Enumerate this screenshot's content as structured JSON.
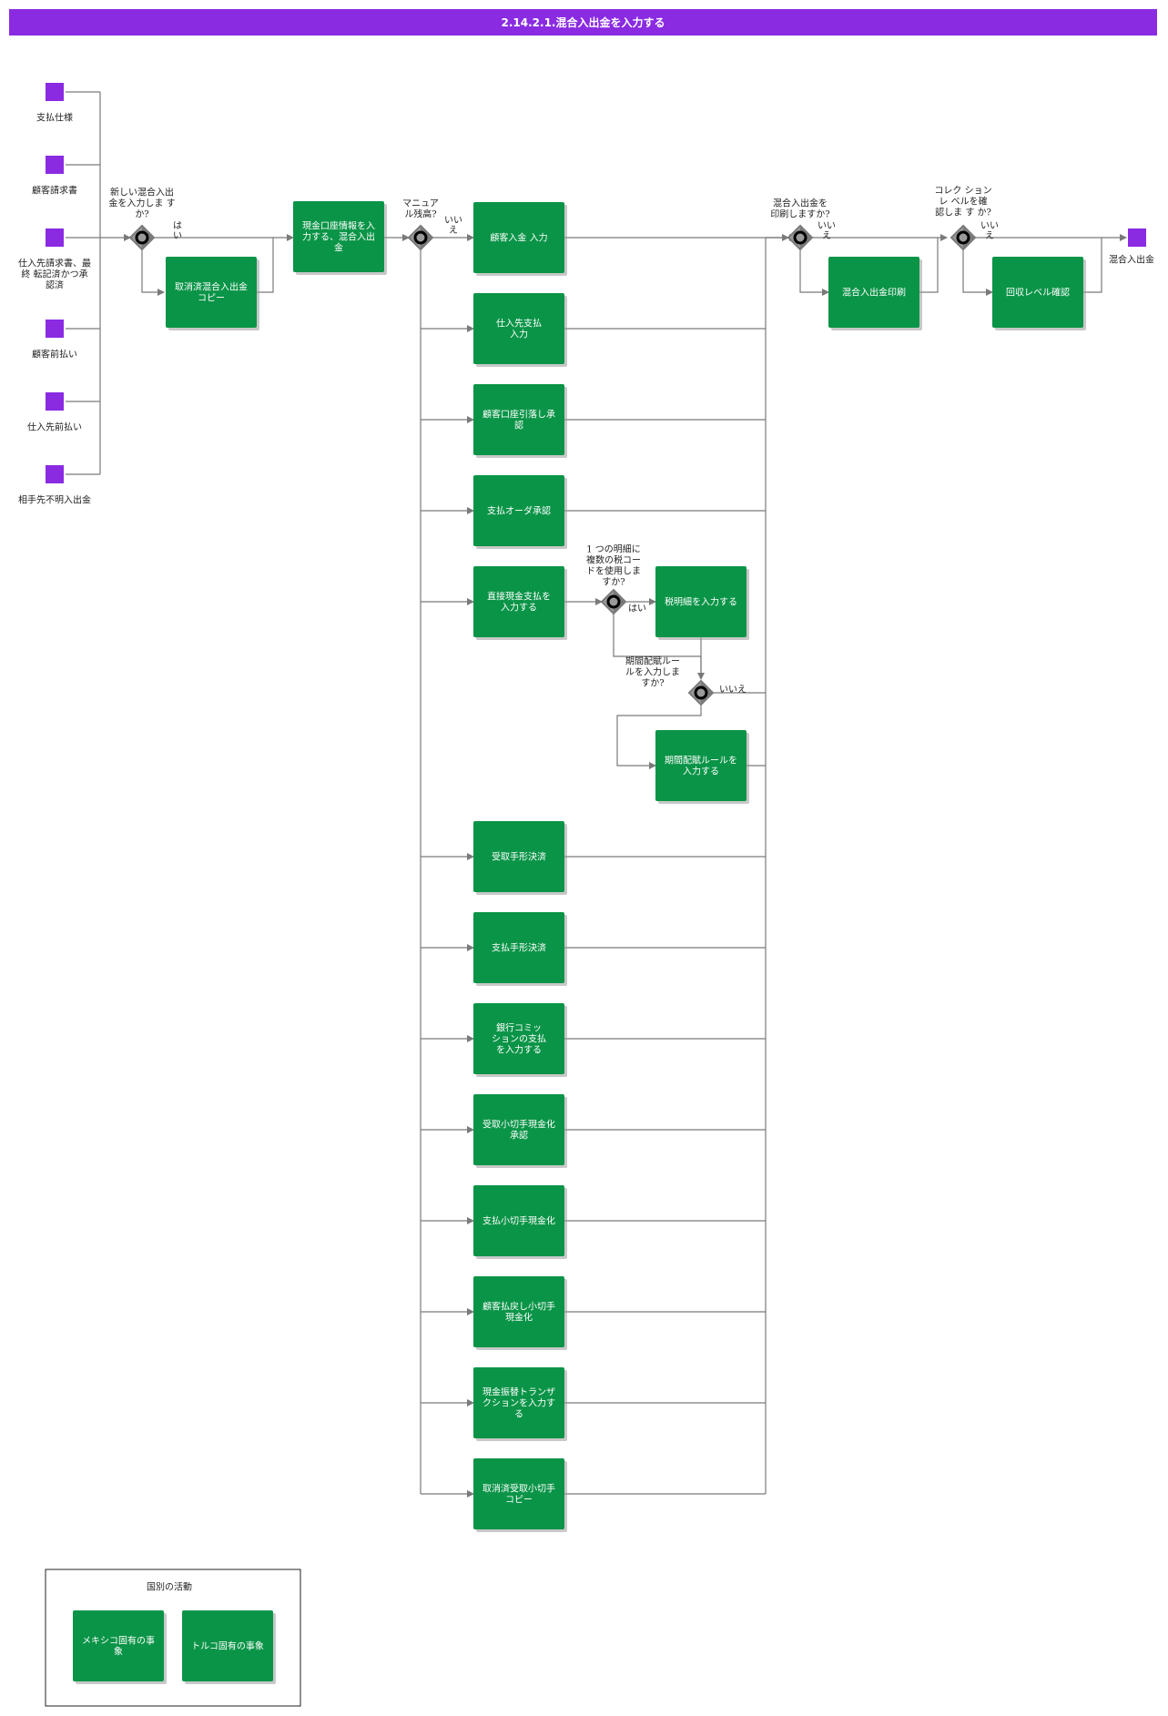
{
  "title": "2.14.2.1.混合入出金を入力する",
  "colors": {
    "title_bar": "#8a2be2",
    "task": "#0a9447",
    "event": "#8a2be2",
    "gateway": "#7a7a7a"
  },
  "start_events": [
    [
      "支払仕様"
    ],
    [
      "顧客請求書"
    ],
    [
      "仕入先請求書、最",
      "終 転記済かつ承",
      "認済"
    ],
    [
      "顧客前払い"
    ],
    [
      "仕入先前払い"
    ],
    [
      "相手先不明入出金"
    ]
  ],
  "end_event": [
    "混合入出金"
  ],
  "gateways": {
    "g1": [
      "新しい混合入出",
      "金を入力しま す",
      "か?"
    ],
    "g2": [
      "マニュア",
      "ル残高?"
    ],
    "g3": [
      "混合入出金を",
      "印刷しますか?"
    ],
    "g4": [
      "コレク ション",
      "レ ベルを確",
      "認しま す か?"
    ],
    "g5": [
      "1 つの明細に",
      "複数の税コー",
      "ドを使用しま",
      "すか?"
    ],
    "g6": [
      "期間配賦ルー",
      "ルを入力しま",
      "すか?"
    ]
  },
  "gateway_answers": {
    "g1_yes": [
      "は",
      "い"
    ],
    "g2_no": [
      "いい",
      "え"
    ],
    "g3_no": [
      "いい",
      "え"
    ],
    "g4_no": [
      "いい",
      "え"
    ],
    "g5_yes": [
      "はい"
    ],
    "g6_no": [
      "いいえ"
    ]
  },
  "tasks": {
    "t_cancel_copy": [
      "取消済混合入出金",
      "コピー"
    ],
    "t_cash_info": [
      "現金口座情報を入",
      "力する、混合入出",
      "金"
    ],
    "t_print": [
      "混合入出金印刷"
    ],
    "t_collection": [
      "回収レベル確認"
    ],
    "t_tax_lines": [
      "税明細を入力する"
    ],
    "t_accrual": [
      "期間配賦ルールを",
      "入力する"
    ]
  },
  "branch_tasks": [
    [
      "顧客入金 入力"
    ],
    [
      "仕入先支払",
      "入力"
    ],
    [
      "顧客口座引落し承",
      "認"
    ],
    [
      "支払オーダ承認"
    ],
    [
      "直接現金支払を",
      "入力する"
    ],
    [
      "受取手形決済"
    ],
    [
      "支払手形決済"
    ],
    [
      "銀行コミッ",
      "ションの支払",
      "を入力する"
    ],
    [
      "受取小切手現金化",
      "承認"
    ],
    [
      "支払小切手現金化"
    ],
    [
      "顧客払戻し小切手",
      "現金化"
    ],
    [
      "現金振替トランザ",
      "クションを入力す",
      "る"
    ],
    [
      "取消済受取小切手",
      "コピー"
    ]
  ],
  "legend": {
    "title": "国別の活動",
    "items": [
      [
        "メキシコ固有の事",
        "象"
      ],
      [
        "トルコ固有の事象"
      ]
    ]
  }
}
